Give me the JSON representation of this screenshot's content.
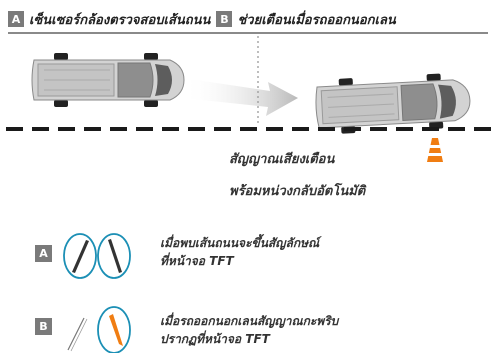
{
  "header": {
    "a_badge": "A",
    "a_title": "เซ็นเซอร์กล้องตรวจสอบเส้นถนน",
    "b_badge": "B",
    "b_title": "ช่วยเตือนเมื่อรถออกนอกเลน"
  },
  "diagram": {
    "line1": "สัญญาณเสียงเตือน",
    "line2": "พร้อมหน่วงกลับอัตโนมัติ"
  },
  "legend": [
    {
      "badge": "A",
      "line1": "เมื่อพบเส้นถนนจะขึ้นสัญลักษณ์",
      "line2": "ที่หน้าจอ TFT"
    },
    {
      "badge": "B",
      "line1": "เมื่อรถออกนอกเลนสัญญาณกะพริบ",
      "line2": "ปรากฏที่หน้าจอ TFT"
    }
  ],
  "colors": {
    "badge": "#7a7a7a",
    "warning": "#f07d12",
    "lane_line": "#1a1a1a",
    "icon_stroke": "#1b8fb5"
  }
}
